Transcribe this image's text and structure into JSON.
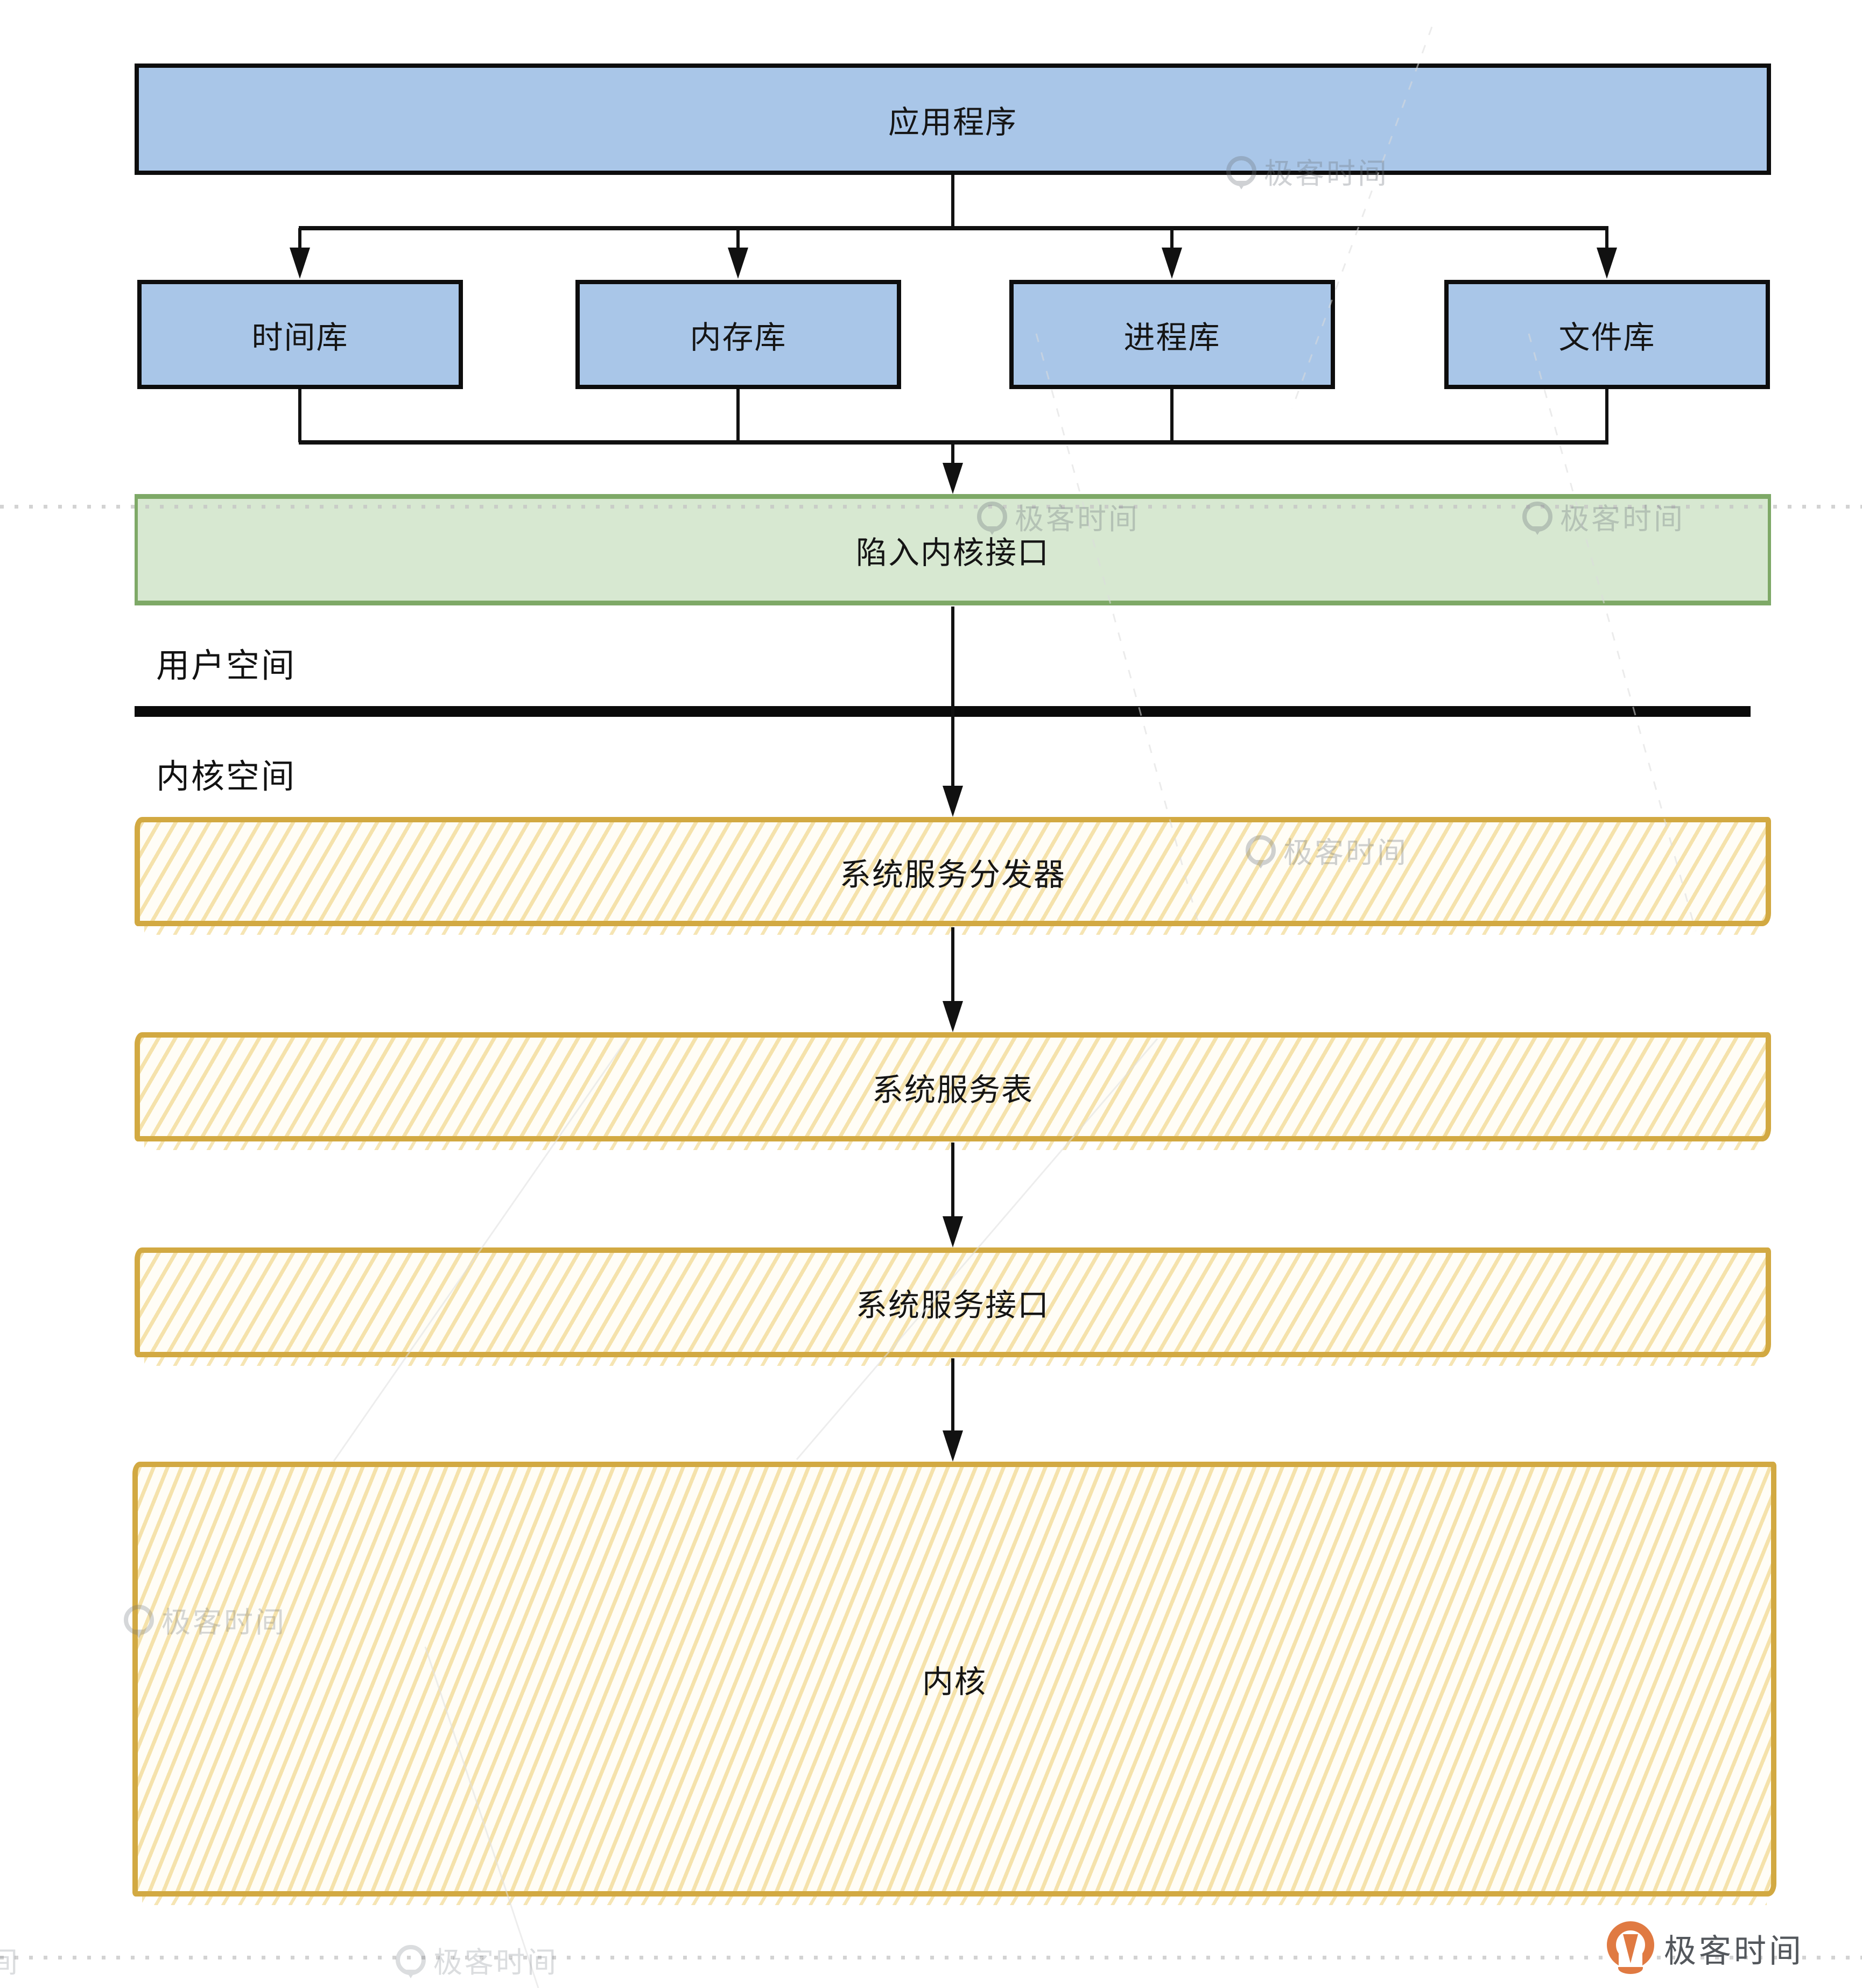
{
  "diagram": {
    "app": {
      "label": "应用程序"
    },
    "libraries": [
      {
        "label": "时间库"
      },
      {
        "label": "内存库"
      },
      {
        "label": "进程库"
      },
      {
        "label": "文件库"
      }
    ],
    "trap_interface": {
      "label": "陷入内核接口"
    },
    "user_space_label": "用户空间",
    "kernel_space_label": "内核空间",
    "dispatcher": {
      "label": "系统服务分发器"
    },
    "service_table": {
      "label": "系统服务表"
    },
    "service_interface": {
      "label": "系统服务接口"
    },
    "kernel": {
      "label": "内核"
    }
  },
  "watermark": {
    "text": "极客时间"
  },
  "footer": {
    "brand": "极客时间"
  },
  "colors": {
    "app-fill": "#a9c6e8",
    "app-border": "#0d0d0d",
    "trap-fill": "#d7e8d1",
    "trap-border": "#7ea967",
    "service-border": "#d2a942",
    "service-hatch": "#f5e2ab",
    "arrow": "#111111",
    "watermark-gray": "#6d737b",
    "brand-orange": "#e07a42",
    "brand-text": "#53575c"
  }
}
